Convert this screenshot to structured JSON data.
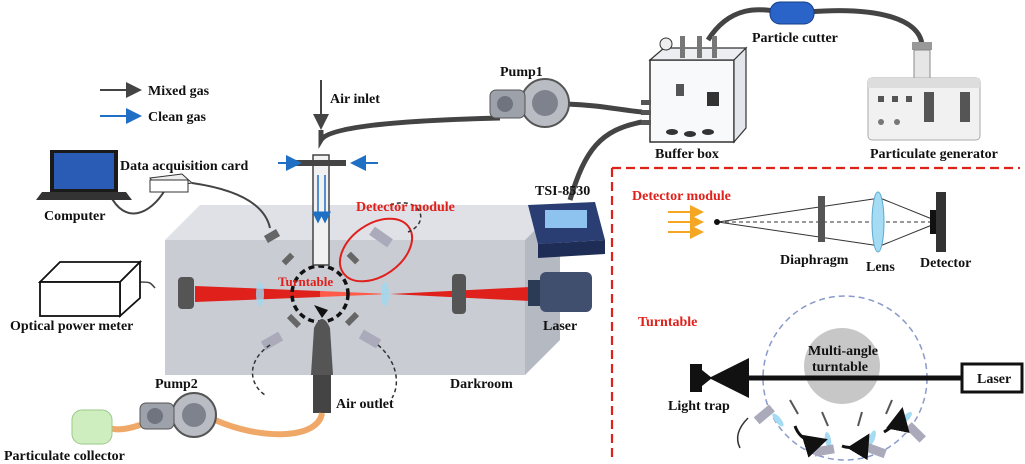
{
  "legend": {
    "mixed_gas": "Mixed gas",
    "clean_gas": "Clean gas"
  },
  "labels": {
    "air_inlet": "Air inlet",
    "pump1": "Pump1",
    "particle_cutter": "Particle cutter",
    "buffer_box": "Buffer box",
    "particulate_generator": "Particulate generator",
    "data_acquisition_card": "Data acquisition card",
    "computer": "Computer",
    "detector_module": "Detector module",
    "tsi": "TSI-8530",
    "turntable": "Turntable",
    "optical_power_meter": "Optical power meter",
    "laser": "Laser",
    "darkroom": "Darkroom",
    "air_outlet": "Air outlet",
    "pump2": "Pump2",
    "particulate_collector": "Particulate collector"
  },
  "inset": {
    "detector_module": "Detector module",
    "diaphragm": "Diaphragm",
    "lens": "Lens",
    "detector": "Detector",
    "turntable": "Turntable",
    "multi_angle_line1": "Multi-angle",
    "multi_angle_line2": "turntable",
    "laser": "Laser",
    "light_trap": "Light trap"
  },
  "colors": {
    "mixed_gas_arrow": "#444444",
    "clean_gas_arrow": "#1f6fc4",
    "laser_beam": "#e0201b",
    "inset_border": "#e0201b",
    "tubing_pump2": "#f0a868",
    "darkroom_face": "#c9ccd3",
    "darkroom_top": "#dfe1e6"
  }
}
